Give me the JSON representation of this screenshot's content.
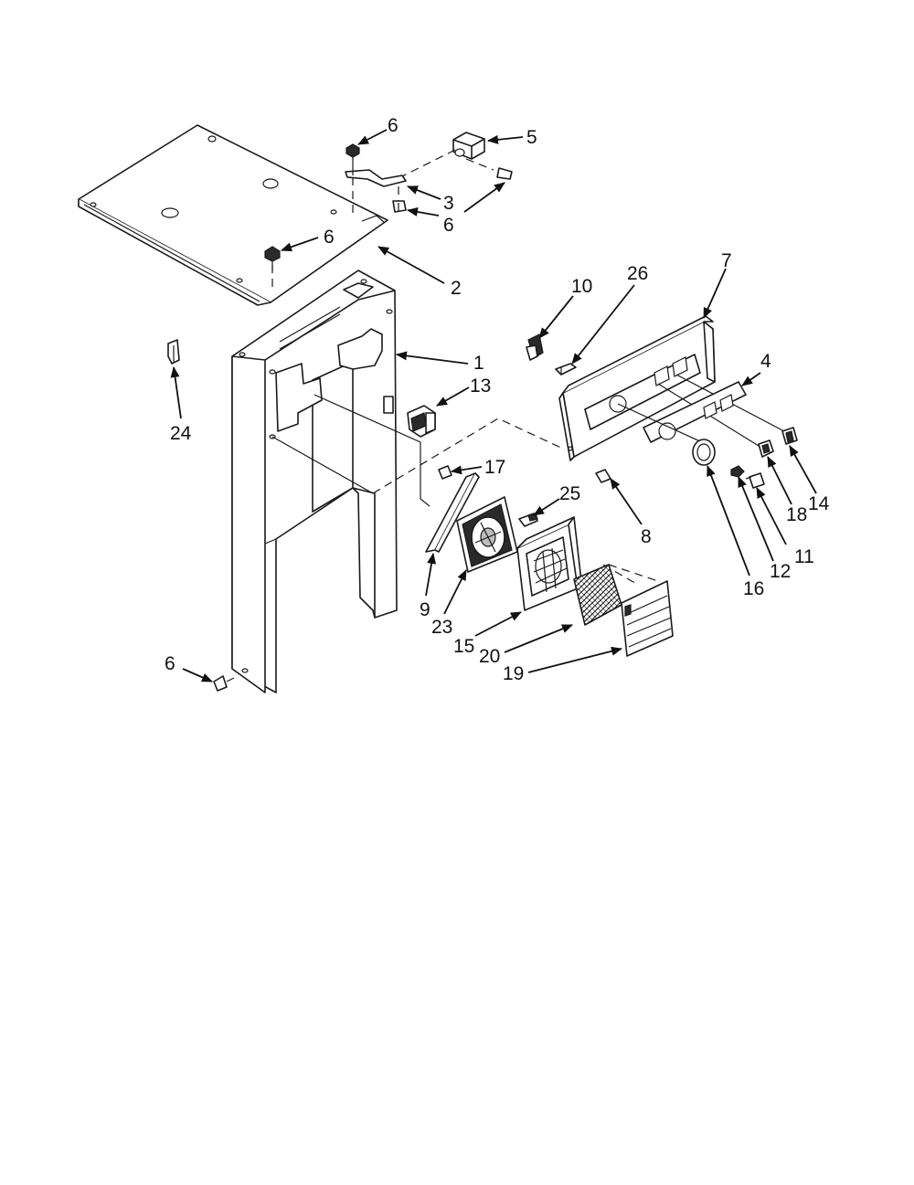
{
  "callouts": [
    {
      "id": "c1",
      "label": "1"
    },
    {
      "id": "c2",
      "label": "2"
    },
    {
      "id": "c3",
      "label": "3"
    },
    {
      "id": "c4",
      "label": "4"
    },
    {
      "id": "c5",
      "label": "5"
    },
    {
      "id": "c6a",
      "label": "6"
    },
    {
      "id": "c6b",
      "label": "6"
    },
    {
      "id": "c6c",
      "label": "6"
    },
    {
      "id": "c6d",
      "label": "6"
    },
    {
      "id": "c7",
      "label": "7"
    },
    {
      "id": "c8",
      "label": "8"
    },
    {
      "id": "c9",
      "label": "9"
    },
    {
      "id": "c10",
      "label": "10"
    },
    {
      "id": "c11",
      "label": "11"
    },
    {
      "id": "c12",
      "label": "12"
    },
    {
      "id": "c13",
      "label": "13"
    },
    {
      "id": "c14",
      "label": "14"
    },
    {
      "id": "c15",
      "label": "15"
    },
    {
      "id": "c16",
      "label": "16"
    },
    {
      "id": "c17",
      "label": "17"
    },
    {
      "id": "c18",
      "label": "18"
    },
    {
      "id": "c19",
      "label": "19"
    },
    {
      "id": "c20",
      "label": "20"
    },
    {
      "id": "c23",
      "label": "23"
    },
    {
      "id": "c24",
      "label": "24"
    },
    {
      "id": "c25",
      "label": "25"
    },
    {
      "id": "c26",
      "label": "26"
    }
  ]
}
